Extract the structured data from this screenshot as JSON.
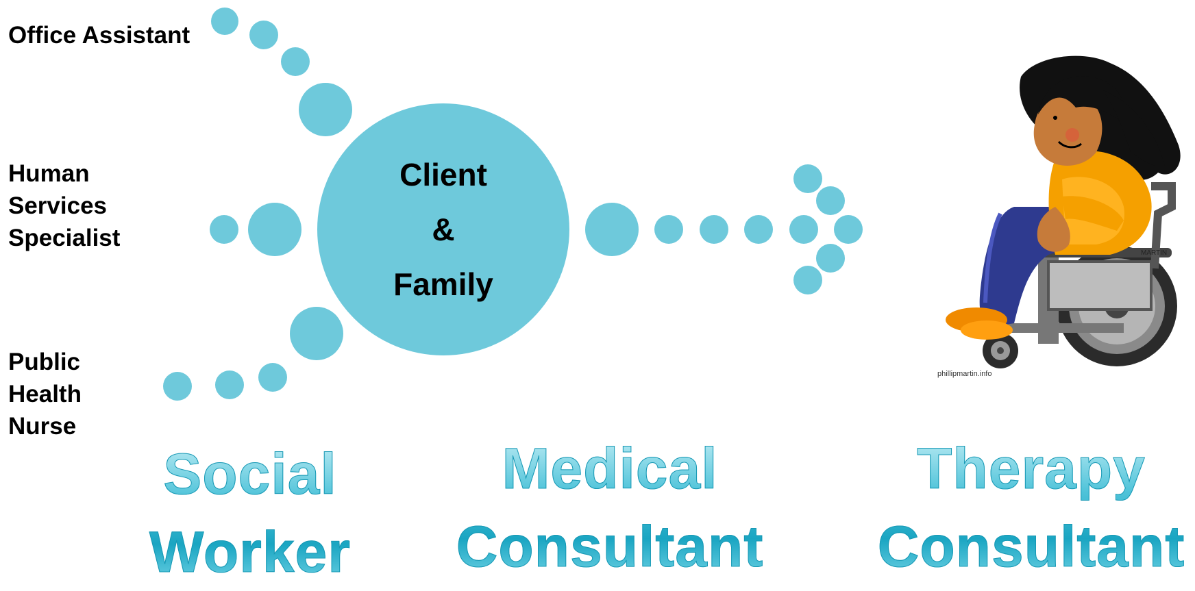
{
  "diagram": {
    "center": {
      "line1": "Client",
      "line2": "&",
      "line3": "Family"
    },
    "roles": {
      "office_assistant": "Office Assistant",
      "human_services_specialist": "Human\nServices\nSpecialist",
      "public_health_nurse": "Public\nHealth\nNurse"
    },
    "titles": {
      "social_worker": "Social\nWorker",
      "medical_consultant": "Medical\nConsultant",
      "therapy_consultant": "Therapy\nConsultant"
    },
    "illustration": {
      "icon": "wheelchair-user-icon",
      "credit": "phillipmartin.info",
      "chair_mark": "MARTIN"
    },
    "colors": {
      "dot": "#6ec9db",
      "title_gradient_top": "#c9f0f7",
      "title_gradient_bottom": "#1aa5c2"
    }
  }
}
